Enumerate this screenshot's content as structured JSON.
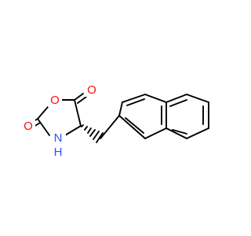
{
  "molecule": {
    "atoms": {
      "O_ring": {
        "symbol": "O",
        "color": "#ff0d0d"
      },
      "O_carbonyl_left": {
        "symbol": "O",
        "color": "#ff0d0d"
      },
      "O_carbonyl_right": {
        "symbol": "O",
        "color": "#ff0d0d"
      },
      "N_ring": {
        "symbol": "N",
        "color": "#3050f8"
      },
      "H_ring": {
        "symbol": "H",
        "color": "#3050f8"
      }
    },
    "bond_color": "#000000"
  }
}
